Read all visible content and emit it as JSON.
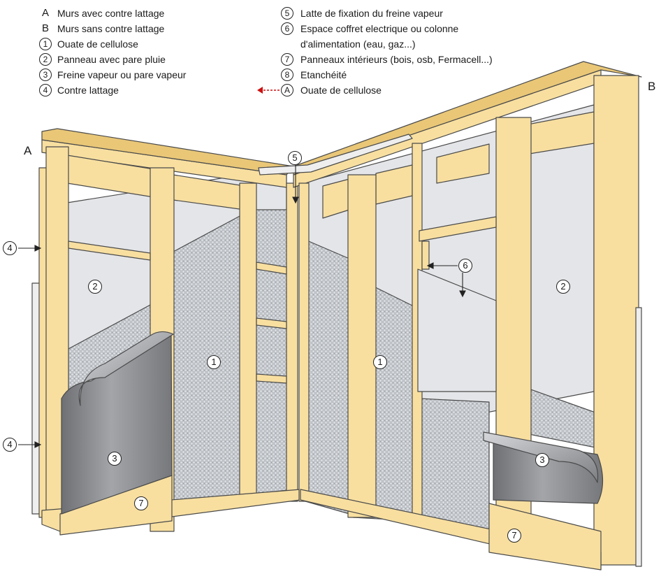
{
  "legend": {
    "left": [
      {
        "marker": "A",
        "circled": false,
        "text": "Murs avec contre lattage"
      },
      {
        "marker": "B",
        "circled": false,
        "text": "Murs sans contre lattage"
      },
      {
        "marker": "1",
        "circled": true,
        "text": "Ouate de cellulose"
      },
      {
        "marker": "2",
        "circled": true,
        "text": "Panneau avec pare pluie"
      },
      {
        "marker": "3",
        "circled": true,
        "text": "Freine vapeur ou pare vapeur"
      },
      {
        "marker": "4",
        "circled": true,
        "text": "Contre lattage"
      }
    ],
    "right": [
      {
        "marker": "5",
        "text": "Latte de fixation du freine vapeur"
      },
      {
        "marker": "6",
        "text": "Espace coffret electrique ou colonne"
      },
      {
        "marker": "",
        "text": "d'alimentation (eau, gaz...)"
      },
      {
        "marker": "7",
        "text": "Panneaux intérieurs (bois,  osb, Fermacell...)"
      },
      {
        "marker": "8",
        "text": "Etanchéité"
      },
      {
        "marker": "A",
        "text": "Ouate  de cellulose"
      }
    ]
  },
  "corner_labels": {
    "a": "A",
    "b": "B"
  },
  "callouts": {
    "c1_left": "1",
    "c1_right": "1",
    "c2_left": "2",
    "c2_right": "2",
    "c3_left": "3",
    "c3_right": "3",
    "c4_top": "4",
    "c4_bottom": "4",
    "c5": "5",
    "c6": "6",
    "c7_left": "7",
    "c7_right": "7"
  },
  "colors": {
    "wood": "#f8dfa0",
    "wood_dark": "#e9c777",
    "outline": "#4a4a4a",
    "insulation": "#c9ccd0",
    "panel": "#e4e5e8",
    "membrane": "#8a8c90",
    "arrow_red": "#cc1111"
  }
}
